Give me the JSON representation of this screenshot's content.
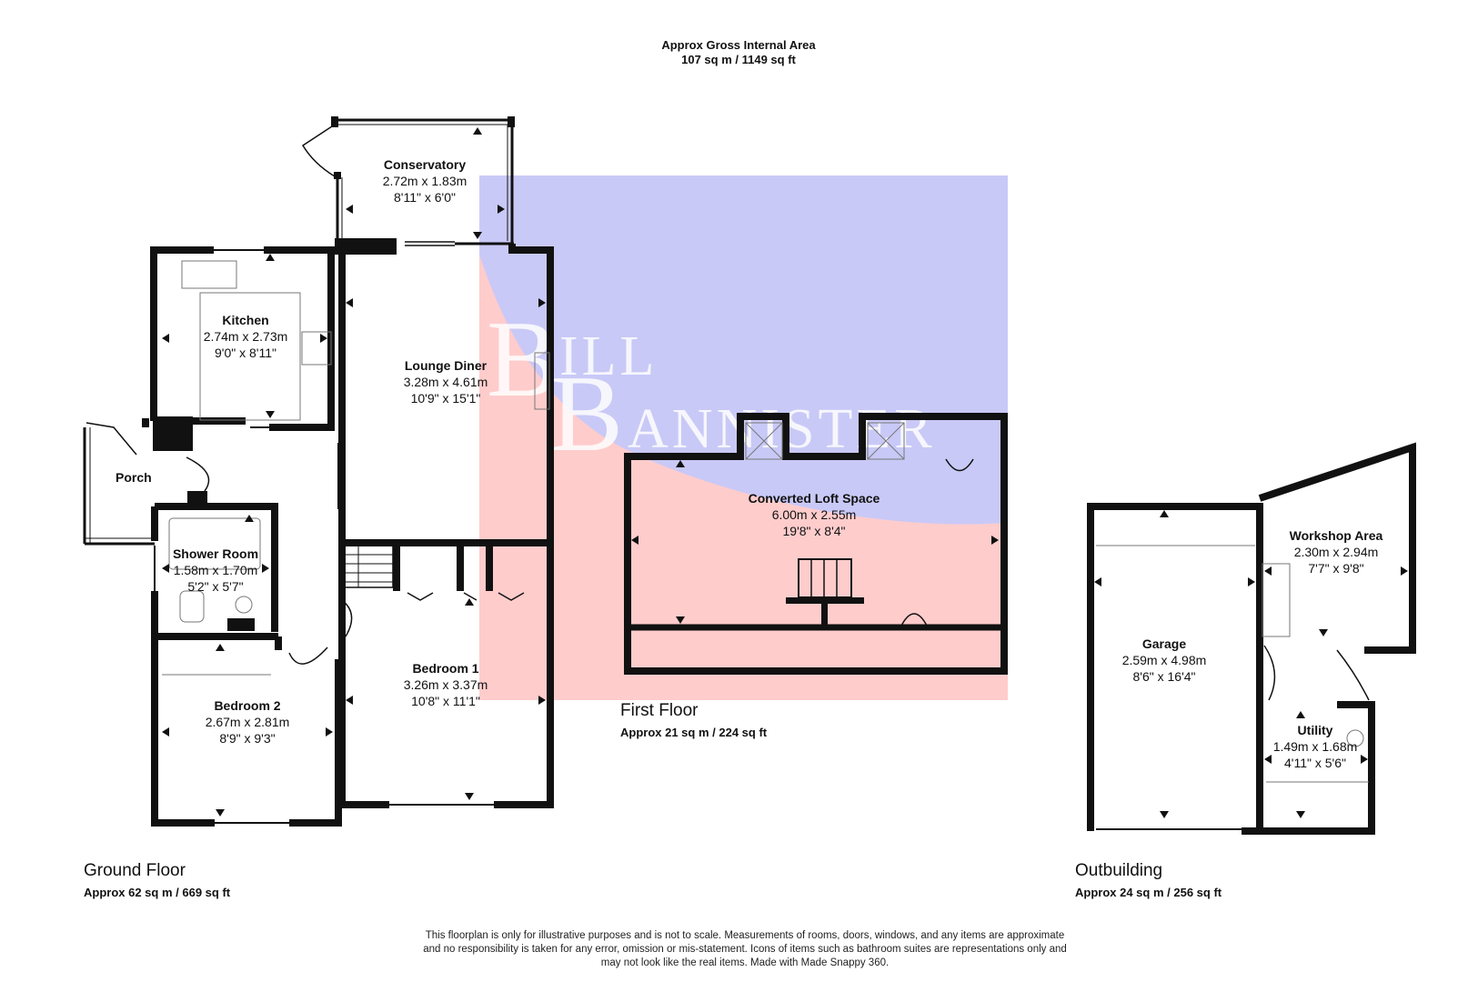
{
  "header": {
    "title": "Approx Gross Internal Area",
    "area": "107 sq m / 1149 sq ft"
  },
  "watermark": {
    "initial_1": "B",
    "rest_1": "ILL",
    "initial_2": "B",
    "rest_2": "ANNISTER",
    "colors": {
      "blue": "#c9c9f7",
      "red": "#ffcccc"
    }
  },
  "floors": {
    "ground": {
      "name": "Ground Floor",
      "area": "Approx 62 sq m / 669 sq ft"
    },
    "first": {
      "name": "First Floor",
      "area": "Approx 21 sq m / 224 sq ft"
    },
    "outbuilding": {
      "name": "Outbuilding",
      "area": "Approx 24 sq m / 256 sq ft"
    }
  },
  "rooms": {
    "conservatory": {
      "name": "Conservatory",
      "metric": "2.72m x 1.83m",
      "imperial": "8'11\" x 6'0\""
    },
    "kitchen": {
      "name": "Kitchen",
      "metric": "2.74m x 2.73m",
      "imperial": "9'0\" x 8'11\""
    },
    "lounge": {
      "name": "Lounge Diner",
      "metric": "3.28m x 4.61m",
      "imperial": "10'9\" x 15'1\""
    },
    "porch": {
      "name": "Porch"
    },
    "shower": {
      "name": "Shower Room",
      "metric": "1.58m x 1.70m",
      "imperial": "5'2\" x 5'7\""
    },
    "bedroom1": {
      "name": "Bedroom 1",
      "metric": "3.26m x 3.37m",
      "imperial": "10'8\" x 11'1\""
    },
    "bedroom2": {
      "name": "Bedroom 2",
      "metric": "2.67m x 2.81m",
      "imperial": "8'9\" x 9'3\""
    },
    "loft": {
      "name": "Converted Loft Space",
      "metric": "6.00m x 2.55m",
      "imperial": "19'8\" x 8'4\""
    },
    "garage": {
      "name": "Garage",
      "metric": "2.59m x 4.98m",
      "imperial": "8'6\" x 16'4\""
    },
    "workshop": {
      "name": "Workshop Area",
      "metric": "2.30m x 2.94m",
      "imperial": "7'7\" x 9'8\""
    },
    "utility": {
      "name": "Utility",
      "metric": "1.49m x 1.68m",
      "imperial": "4'11\" x 5'6\""
    }
  },
  "disclaimer": {
    "line1": "This floorplan is only for illustrative purposes and is not to scale. Measurements of rooms, doors, windows, and any items are approximate",
    "line2": "and no responsibility is taken for any error, omission or mis-statement. Icons of items such as bathroom suites are representations only and",
    "line3": "may not look like the real items. Made with Made Snappy 360."
  }
}
